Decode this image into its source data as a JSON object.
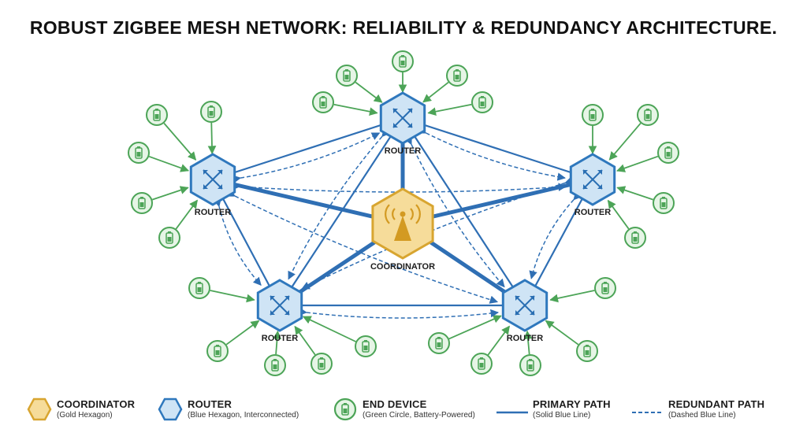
{
  "title": "ROBUST ZIGBEE MESH NETWORK: RELIABILITY & REDUNDANCY ARCHITECTURE.",
  "colors": {
    "coordinator_fill": "#f6dc9a",
    "coordinator_stroke": "#d8a530",
    "coordinator_icon": "#d39a22",
    "router_fill": "#cfe4f5",
    "router_stroke": "#2f78bd",
    "router_icon": "#2a6fb3",
    "end_fill": "#e6f5e6",
    "end_stroke": "#4ca457",
    "link": "#2f6fb4"
  },
  "diagram": {
    "coordinator": {
      "label": "COORDINATOR",
      "icon": "antenna-tower-icon"
    },
    "routers": [
      {
        "id": "top",
        "label": "ROUTER",
        "icon": "four-arrows-icon"
      },
      {
        "id": "left",
        "label": "ROUTER",
        "icon": "four-arrows-icon"
      },
      {
        "id": "right",
        "label": "ROUTER",
        "icon": "four-arrows-icon"
      },
      {
        "id": "bottom-left",
        "label": "ROUTER",
        "icon": "four-arrows-icon"
      },
      {
        "id": "bottom-right",
        "label": "ROUTER",
        "icon": "four-arrows-icon"
      }
    ],
    "end_device_icon": "battery-icon",
    "links": [
      {
        "from": "coordinator",
        "to": "top",
        "style": "primary"
      },
      {
        "from": "coordinator",
        "to": "left",
        "style": "primary"
      },
      {
        "from": "coordinator",
        "to": "right",
        "style": "primary"
      },
      {
        "from": "coordinator",
        "to": "bottom-left",
        "style": "primary"
      },
      {
        "from": "coordinator",
        "to": "bottom-right",
        "style": "primary"
      },
      {
        "from": "left",
        "to": "top",
        "style": "primary"
      },
      {
        "from": "top",
        "to": "right",
        "style": "primary"
      },
      {
        "from": "left",
        "to": "bottom-left",
        "style": "primary"
      },
      {
        "from": "right",
        "to": "bottom-right",
        "style": "primary"
      },
      {
        "from": "bottom-left",
        "to": "bottom-right",
        "style": "primary"
      },
      {
        "from": "top",
        "to": "bottom-left",
        "style": "primary"
      },
      {
        "from": "top",
        "to": "bottom-right",
        "style": "primary"
      },
      {
        "from": "left",
        "to": "right",
        "style": "redundant"
      },
      {
        "from": "left",
        "to": "top",
        "style": "redundant"
      },
      {
        "from": "top",
        "to": "right",
        "style": "redundant"
      },
      {
        "from": "left",
        "to": "bottom-right",
        "style": "redundant"
      },
      {
        "from": "right",
        "to": "bottom-left",
        "style": "redundant"
      },
      {
        "from": "bottom-left",
        "to": "bottom-right",
        "style": "redundant"
      },
      {
        "from": "top",
        "to": "bottom-left",
        "style": "redundant"
      },
      {
        "from": "top",
        "to": "bottom-right",
        "style": "redundant"
      },
      {
        "from": "left",
        "to": "bottom-left",
        "style": "redundant"
      },
      {
        "from": "right",
        "to": "bottom-right",
        "style": "redundant"
      }
    ]
  },
  "legend": [
    {
      "kind": "coordinator",
      "title": "COORDINATOR",
      "subtitle": "(Gold Hexagon)"
    },
    {
      "kind": "router",
      "title": "ROUTER",
      "subtitle": "(Blue Hexagon, Interconnected)"
    },
    {
      "kind": "end",
      "title": "END DEVICE",
      "subtitle": "(Green Circle, Battery-Powered)"
    },
    {
      "kind": "primary",
      "title": "PRIMARY PATH",
      "subtitle": "(Solid Blue Line)"
    },
    {
      "kind": "redundant",
      "title": "REDUNDANT PATH",
      "subtitle": "(Dashed Blue Line)"
    }
  ]
}
